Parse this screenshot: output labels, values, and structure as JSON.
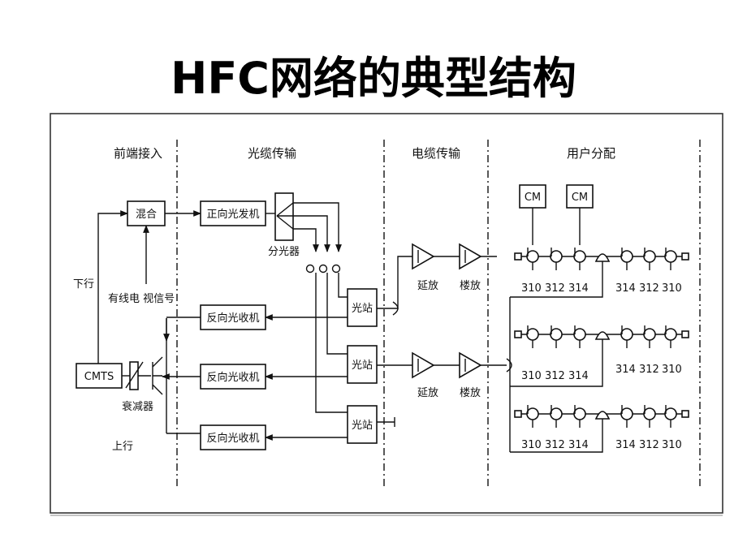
{
  "title": "HFC网络的典型结构",
  "sections": {
    "front_end": "前端接入",
    "optical": "光缆传输",
    "cable": "电缆传输",
    "user": "用户分配"
  },
  "blocks": {
    "mixer": "混合",
    "forward_tx": "正向光发机",
    "splitter": "分光器",
    "rx_1": "反向光收机",
    "rx_2": "反向光收机",
    "rx_3": "反向光收机",
    "node_1": "光站",
    "node_2": "光站",
    "node_3": "光站",
    "cmts": "CMTS",
    "attenuator": "衰减器",
    "cm_1": "CM",
    "cm_2": "CM"
  },
  "labels": {
    "downstream": "下行",
    "upstream": "上行",
    "cable_tv": "有线电 视信号",
    "extender_1": "延放",
    "extender_2": "延放",
    "building_amp_1": "楼放",
    "building_amp_2": "楼放"
  },
  "tap_values": {
    "row1_left": [
      "310",
      "312",
      "314"
    ],
    "row1_right": [
      "314",
      "312",
      "310"
    ],
    "row2_left": [
      "310",
      "312",
      "314"
    ],
    "row2_right": [
      "314",
      "312",
      "310"
    ],
    "row3_left": [
      "310",
      "312",
      "314"
    ],
    "row3_right": [
      "314",
      "312",
      "310"
    ]
  }
}
